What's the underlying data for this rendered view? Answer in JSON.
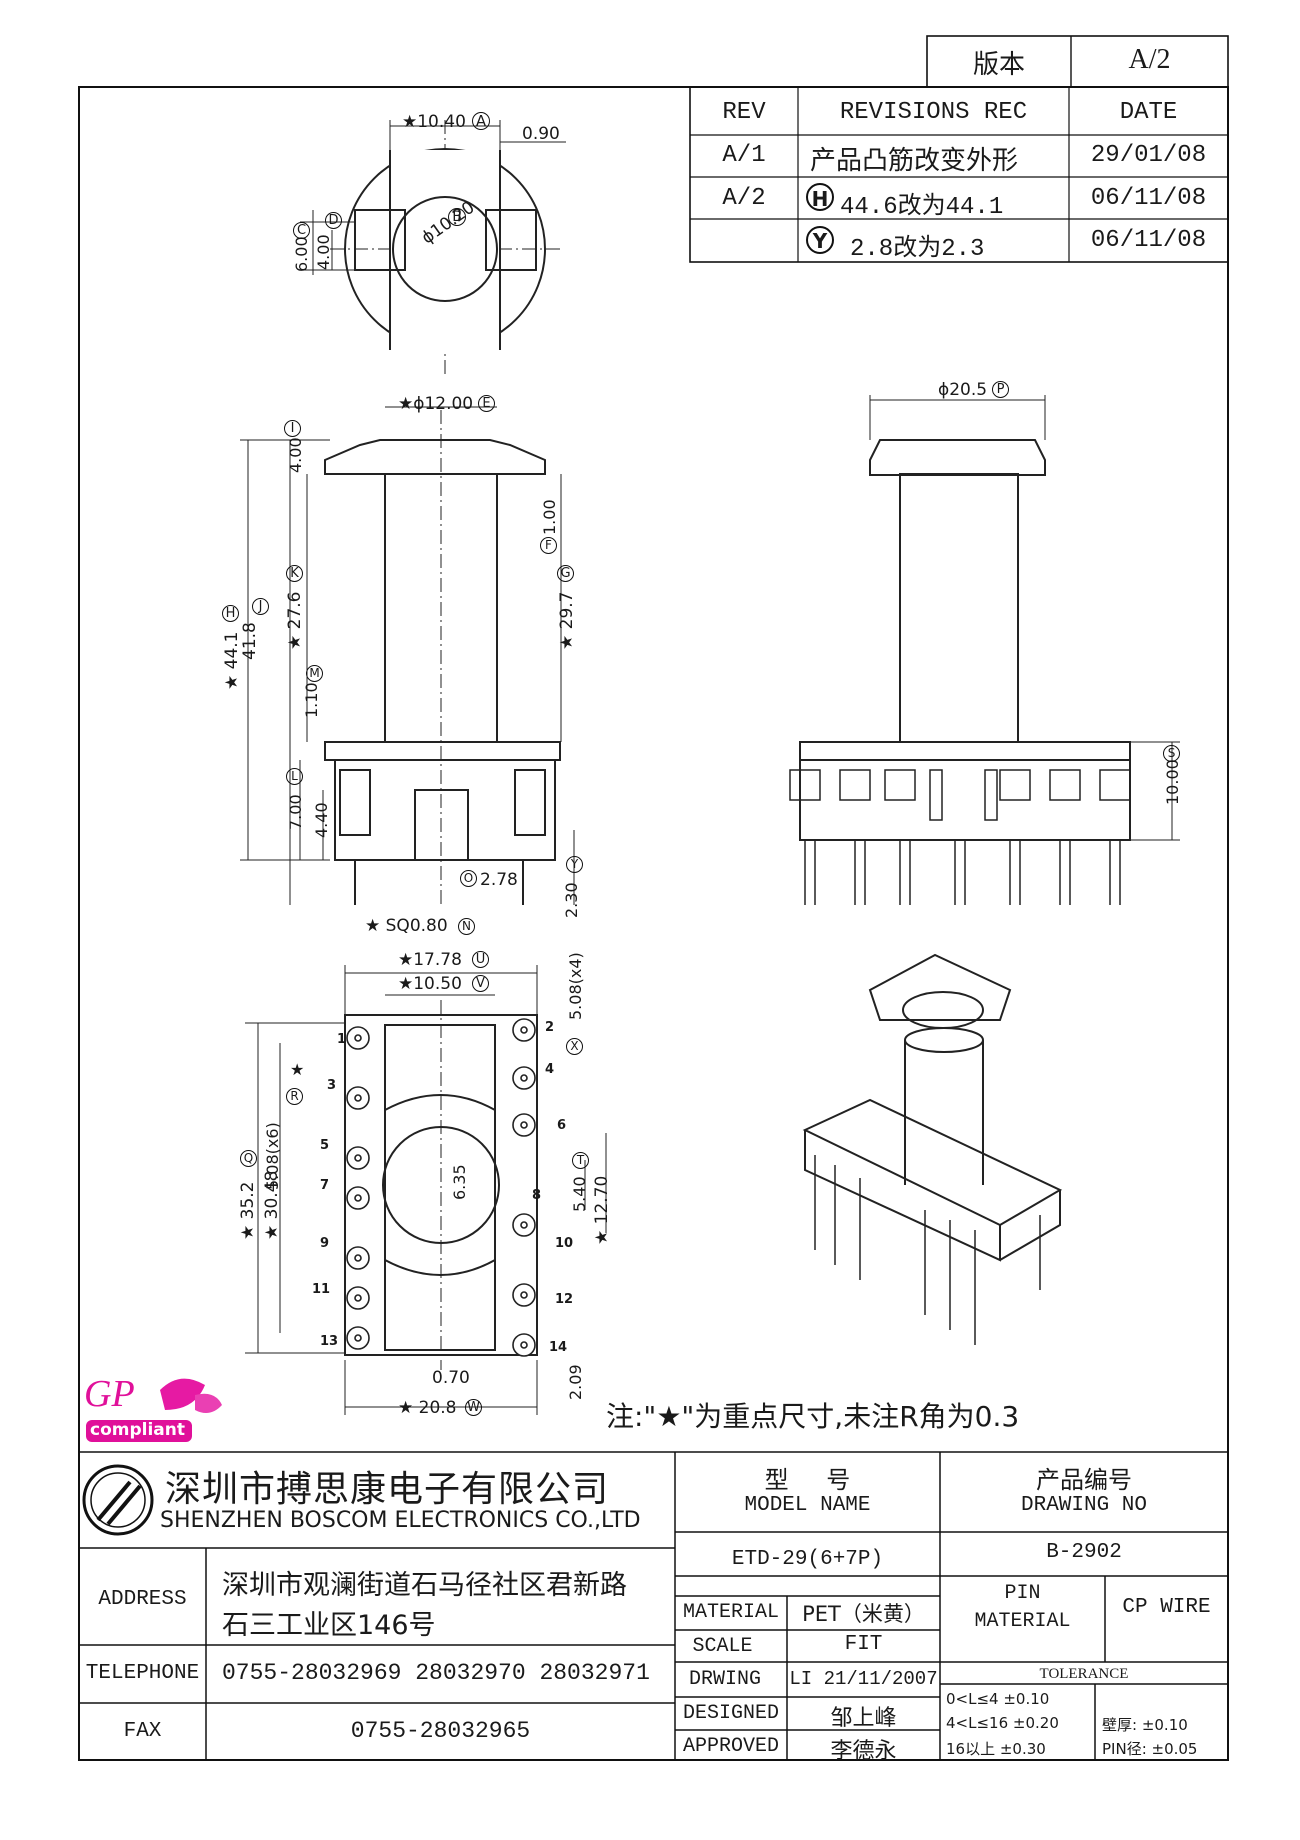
{
  "version_box": {
    "label": "版本",
    "value": "A/2"
  },
  "revisions": {
    "headers": {
      "rev": "REV",
      "rec": "REVISIONS REC",
      "date": "DATE"
    },
    "rows": [
      {
        "rev": "A/1",
        "mark": "",
        "rec": "产品凸筋改变外形",
        "date": "29/01/08"
      },
      {
        "rev": "A/2",
        "mark": "H",
        "rec": "44.6改为44.1",
        "date": "06/11/08"
      },
      {
        "rev": "",
        "mark": "Y",
        "rec": "2.8改为2.3",
        "date": "06/11/08"
      }
    ]
  },
  "dimensions": {
    "top_view": {
      "width": "★10.40",
      "width_tag": "A",
      "offset": "0.90",
      "dia": "ϕ10.20",
      "dia_tag": "B",
      "slot_outer": "6.00",
      "slot_outer_tag": "C",
      "slot_inner": "4.00",
      "slot_inner_tag": "D"
    },
    "front_view": {
      "dia": "★ϕ12.00",
      "dia_tag": "E",
      "flange": "4.00",
      "flange_tag": "I",
      "total_h": "★ 44.1",
      "total_h_tag": "H",
      "h2": "41.8",
      "h2_tag": "J",
      "winding": "★ 27.6",
      "winding_tag": "K",
      "wall": "1.10",
      "wall_tag": "M",
      "rib": "1.00",
      "rib_tag": "F",
      "h3": "★ 29.7",
      "h3_tag": "G",
      "base": "7.00",
      "base_tag": "L",
      "pin_h": "4.40",
      "post": "2.78",
      "post_tag": "O",
      "pin_len": "2.30",
      "pin_len_tag": "Y",
      "pin_sq": "★ SQ0.80",
      "pin_sq_tag": "N"
    },
    "side_view": {
      "dia": "ϕ20.5",
      "dia_tag": "P",
      "base_h": "10.00",
      "base_h_tag": "S"
    },
    "bottom_view": {
      "w1": "★17.78",
      "w1_tag": "U",
      "w2": "★10.50",
      "w2_tag": "V",
      "pitch_x4": "5.08(x4)",
      "pitch_x4_tag": "X",
      "pitch_x6": "5.08(x6)",
      "pitch_x6_tag": "R",
      "star": "★",
      "h1": "★ 35.2",
      "h1_tag": "Q",
      "h2": "★ 30.48",
      "dia": "6.35",
      "d540": "5.40",
      "d540_tag": "T",
      "d1270": "★ 12.70",
      "gap": "0.70",
      "w_total": "★ 20.8",
      "w_total_tag": "W",
      "bottom": "2.09"
    },
    "pins_left": [
      "1",
      "3",
      "5",
      "7",
      "9",
      "11",
      "13"
    ],
    "pins_right": [
      "2",
      "4",
      "6",
      "8",
      "10",
      "12",
      "14"
    ]
  },
  "note": "注:\"★\"为重点尺寸,未注R角为0.3",
  "logo": {
    "line1": "GP",
    "line2": "compliant"
  },
  "company": {
    "cn": "深圳市搏思康电子有限公司",
    "en": "SHENZHEN BOSCOM ELECTRONICS CO.,LTD"
  },
  "info": {
    "address_label": "ADDRESS",
    "address_line1": "深圳市观澜街道石马径社区君新路",
    "address_line2": "石三工业区146号",
    "telephone_label": "TELEPHONE",
    "telephone": "0755-28032969 28032970 28032971",
    "fax_label": "FAX",
    "fax": "0755-28032965"
  },
  "model": {
    "label_cn": "型 号",
    "label_en": "MODEL NAME",
    "value": "ETD-29(6+7P)"
  },
  "drawing": {
    "label_cn": "产品编号",
    "label_en": "DRAWING NO",
    "value": "B-2902"
  },
  "specs": {
    "material_label": "MATERIAL",
    "material": "PET（米黄）",
    "scale_label": "SCALE",
    "scale": "FIT",
    "drwing_label": "DRWING",
    "drwing": "LI 21/11/2007",
    "designed_label": "DESIGNED",
    "designed": "邹上峰",
    "approved_label": "APPROVED",
    "approved": "李德永",
    "pin_label1": "PIN",
    "pin_label2": "MATERIAL",
    "pin_value": "CP WIRE"
  },
  "tolerance": {
    "title": "TOLERANCE",
    "r1": "0<L≤4 ±0.10",
    "r2": "4<L≤16 ±0.20",
    "r3": "16以上 ±0.30",
    "wall": "壁厚: ±0.10",
    "pin": "PIN径: ±0.05"
  }
}
